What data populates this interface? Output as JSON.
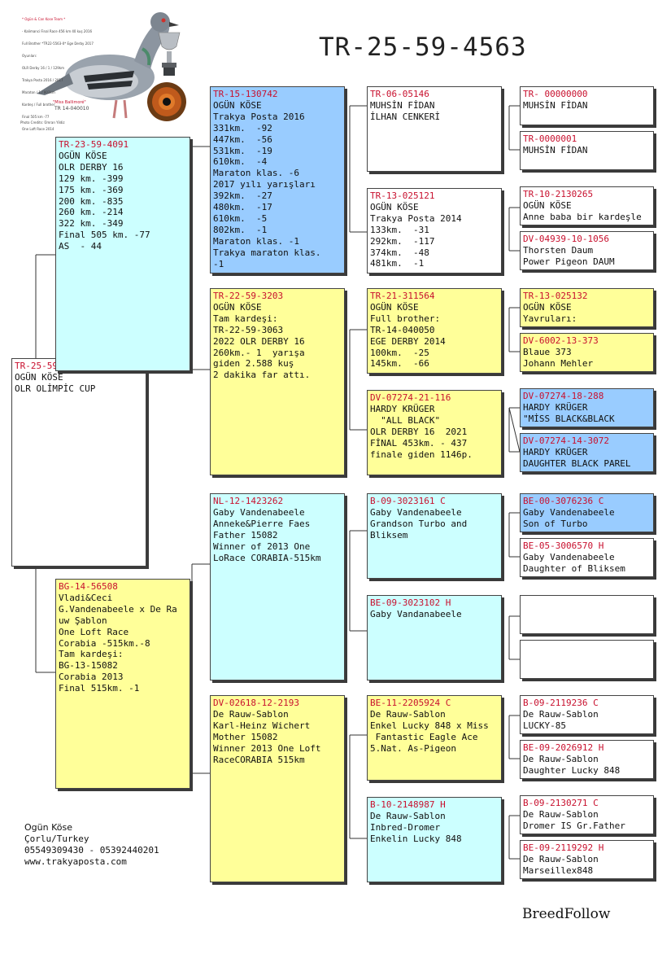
{
  "title": "TR-25-59-4563",
  "photo": {
    "caption_lines": [
      "* Ogün & Can Kose Team *",
      "- Kalimanci Final Race 456 km 40 kuş 2016",
      "Full Brother *TR22-5563-0* Ege Derby 2017",
      "Oyunları:",
      "OLR Derby 16 / 1 / 129km",
      "Trakya Posta 2016 / 2017",
      "Maraton / 1 / 802km",
      "Kardeş / Full brother",
      "Final 505 km -77",
      "One Loft Race 2014"
    ],
    "inset_name": "\"Miss Ballimoré\"",
    "inset_ring": "TR 14-040010",
    "credit": "Photo Credits: Ümran Yildiz"
  },
  "subject": {
    "id": "TR-25-59-4563",
    "lines": [
      "OGÜN KÖSE",
      "OLR OLİMPİC CUP"
    ]
  },
  "sire": {
    "id": "TR-23-59-4091",
    "lines": [
      "OGÜN KÖSE",
      "OLR DERBY 16",
      "129 km. -399",
      "175 km. -369",
      "200 km. -835",
      "260 km. -214",
      "322 km. -349",
      "Final 505 km. -77",
      "AS  - 44"
    ]
  },
  "dam": {
    "id": "BG-14-56508",
    "lines": [
      "Vladi&Ceci",
      "G.Vandenabeele x De Ra",
      "uw Şablon",
      "One Loft Race",
      "Corabia -515km.-8",
      "Tam kardeşi:",
      "BG-13-15082",
      "Corabia 2013",
      "Final 515km. -1"
    ]
  },
  "g1": {
    "id": "TR-15-130742",
    "lines": [
      "OGÜN KÖSE",
      "Trakya Posta 2016",
      "331km.  -92",
      "447km.  -56",
      "531km.  -19",
      "610km.  -4",
      "Maraton klas. -6",
      "2017 yılı yarışları",
      "392km.  -27",
      "480km.  -17",
      "610km.  -5",
      "802km.  -1",
      "Maraton klas. -1",
      "Trakya maraton klas.",
      "-1"
    ]
  },
  "g2": {
    "id": "TR-22-59-3203",
    "lines": [
      "OGÜN KÖSE",
      "Tam kardeşi:",
      "TR-22-59-3063",
      "2022 OLR DERBY 16",
      "260km.- 1  yarışa",
      "giden 2.588 kuş",
      "2 dakika far attı."
    ]
  },
  "g3": {
    "id": "NL-12-1423262",
    "lines": [
      "Gaby Vandenabeele",
      "Anneke&Pierre Faes",
      "Father 15082",
      "Winner of 2013 One",
      "LoRace CORABIA-515km"
    ]
  },
  "g4": {
    "id": "DV-02618-12-2193",
    "lines": [
      "De Rauw-Sablon",
      "Karl-Heinz Wichert",
      "Mother 15082",
      "Winner 2013 One Loft",
      "RaceCORABIA 515km"
    ]
  },
  "gg1": {
    "id": "TR-06-05146",
    "lines": [
      "MUHSİN FİDAN",
      "İLHAN CENKERİ"
    ]
  },
  "gg2": {
    "id": "TR-13-025121",
    "lines": [
      "OGÜN KÖSE",
      "Trakya Posta 2014",
      "133km.  -31",
      "292km.  -117",
      "374km.  -48",
      "481km.  -1"
    ]
  },
  "gg3": {
    "id": "TR-21-311564",
    "lines": [
      "OGÜN KÖSE",
      "Full brother:",
      "TR-14-040050",
      "EGE DERBY 2014",
      "100km.  -25",
      "145km.  -66"
    ]
  },
  "gg4": {
    "id": "DV-07274-21-116",
    "lines": [
      "HARDY KRÜGER",
      "  \"ALL BLACK\"",
      "OLR DERBY 16  2021",
      "FİNAL 453km. - 437",
      "finale giden 1146p."
    ]
  },
  "gg5": {
    "id": "B-09-3023161 C",
    "lines": [
      "Gaby Vandenabeele",
      "Grandson Turbo and",
      "Bliksem"
    ]
  },
  "gg6": {
    "id": "BE-09-3023102 H",
    "lines": [
      "Gaby Vandanabeele"
    ]
  },
  "gg7": {
    "id": "BE-11-2205924 C",
    "lines": [
      "De Rauw-Sablon",
      "Enkel Lucky 848 x Miss",
      " Fantastic Eagle Ace",
      "5.Nat. As-Pigeon"
    ]
  },
  "gg8": {
    "id": "B-10-2148987 H",
    "lines": [
      "De Rauw-Sablon",
      "Inbred-Dromer",
      "Enkelin Lucky 848"
    ]
  },
  "ggg1": {
    "id": "TR- 00000000",
    "lines": [
      "MUHSİN FİDAN"
    ]
  },
  "ggg2": {
    "id": "TR-0000001",
    "lines": [
      "MUHSİN FİDAN"
    ]
  },
  "ggg3": {
    "id": "TR-10-2130265",
    "lines": [
      "OGÜN KÖSE",
      "Anne baba bir kardeşle"
    ]
  },
  "ggg4": {
    "id": "DV-04939-10-1056",
    "lines": [
      "Thorsten Daum",
      "Power Pigeon DAUM"
    ]
  },
  "ggg5": {
    "id": "TR-13-025132",
    "lines": [
      "OGÜN KÖSE",
      "Yavruları:"
    ]
  },
  "ggg6": {
    "id": "DV-6002-13-373",
    "lines": [
      "Blaue 373",
      "Johann Mehler"
    ]
  },
  "ggg7": {
    "id": "DV-07274-18-288",
    "lines": [
      "HARDY KRÜGER",
      "\"MİSS BLACK&BLACK"
    ]
  },
  "ggg8": {
    "id": "DV-07274-14-3072",
    "lines": [
      "HARDY KRÜGER",
      "DAUGHTER BLACK PAREL"
    ]
  },
  "ggg9": {
    "id": "BE-00-3076236 C",
    "lines": [
      "Gaby Vandenabeele",
      "Son of Turbo"
    ]
  },
  "ggg10": {
    "id": "BE-05-3006570 H",
    "lines": [
      "Gaby Vandenabeele",
      "Daughter of Bliksem"
    ]
  },
  "ggg11": {
    "id": "",
    "lines": []
  },
  "ggg12": {
    "id": "",
    "lines": []
  },
  "ggg13": {
    "id": "B-09-2119236 C",
    "lines": [
      "De Rauw-Sablon",
      "LUCKY-85"
    ]
  },
  "ggg14": {
    "id": "BE-09-2026912 H",
    "lines": [
      "De Rauw-Sablon",
      "Daughter Lucky 848"
    ]
  },
  "ggg15": {
    "id": "B-09-2130271 C",
    "lines": [
      "De Rauw-Sablon",
      "Dromer IS Gr.Father"
    ]
  },
  "ggg16": {
    "id": "BE-09-2119292 H",
    "lines": [
      "De Rauw-Sablon",
      "Marseillex848"
    ]
  },
  "owner": {
    "name": "Ogün Köse",
    "lines": [
      "Çorlu/Turkey",
      "05549309430 - 05392440201",
      "www.trakyaposta.com"
    ]
  },
  "brand": "BreedFollow",
  "colors": {
    "cyan": "#ccffff",
    "blue": "#99ccff",
    "yellow": "#ffff99",
    "white": "#ffffff",
    "ring_red": "#c8102e"
  }
}
